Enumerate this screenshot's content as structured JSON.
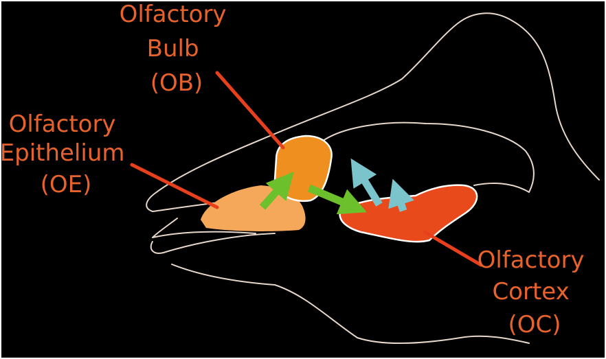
{
  "labels": {
    "ob": {
      "line1": "Olfactory",
      "line2": "Bulb",
      "line3": "(OB)"
    },
    "oe": {
      "line1": "Olfactory",
      "line2": "Epithelium",
      "line3": "(OE)"
    },
    "oc": {
      "line1": "Olfactory",
      "line2": "Cortex",
      "line3": "(OC)"
    }
  },
  "colors": {
    "background": "#000000",
    "outline": "#e8d8cc",
    "label_text": "#e8622c",
    "pointer_line": "#e8401c",
    "epithelium_fill": "#f5a85a",
    "bulb_fill": "#ef8f1f",
    "cortex_fill": "#e84a1c",
    "green_arrow": "#6cc02c",
    "blue_arrow": "#7cc4cc"
  }
}
